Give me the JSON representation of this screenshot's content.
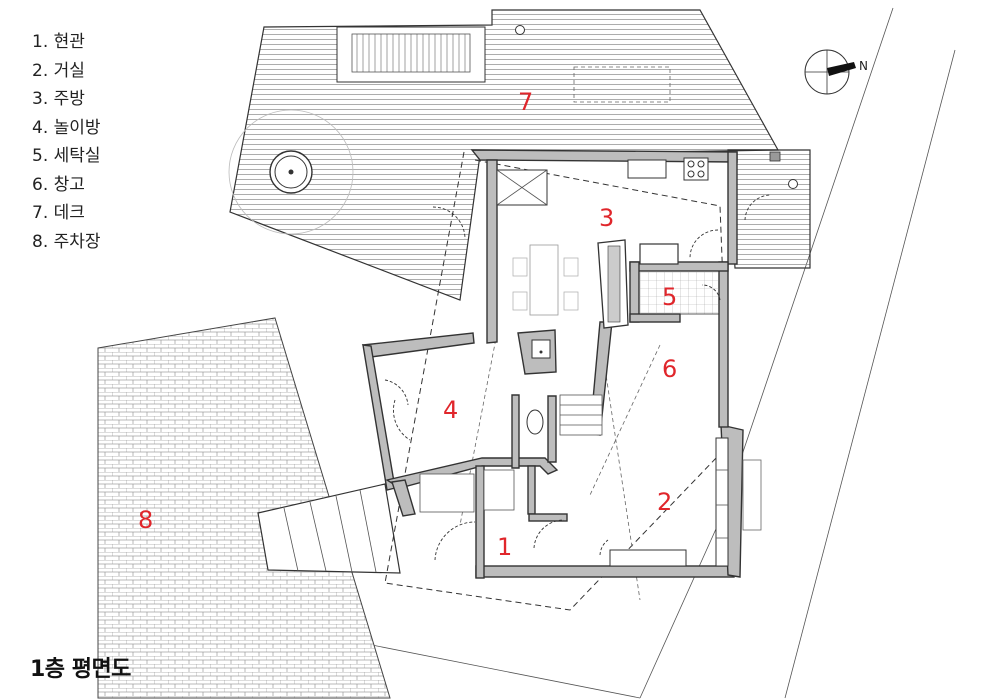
{
  "legend": [
    "1. 현관",
    "2. 거실",
    "3. 주방",
    "4. 놀이방",
    "5. 세탁실",
    "6. 창고",
    "7. 데크",
    "8. 주차장"
  ],
  "plan_title": "1층 평면도",
  "north_label": "N",
  "room_numbers": [
    "1",
    "2",
    "3",
    "4",
    "5",
    "6",
    "7",
    "8"
  ]
}
